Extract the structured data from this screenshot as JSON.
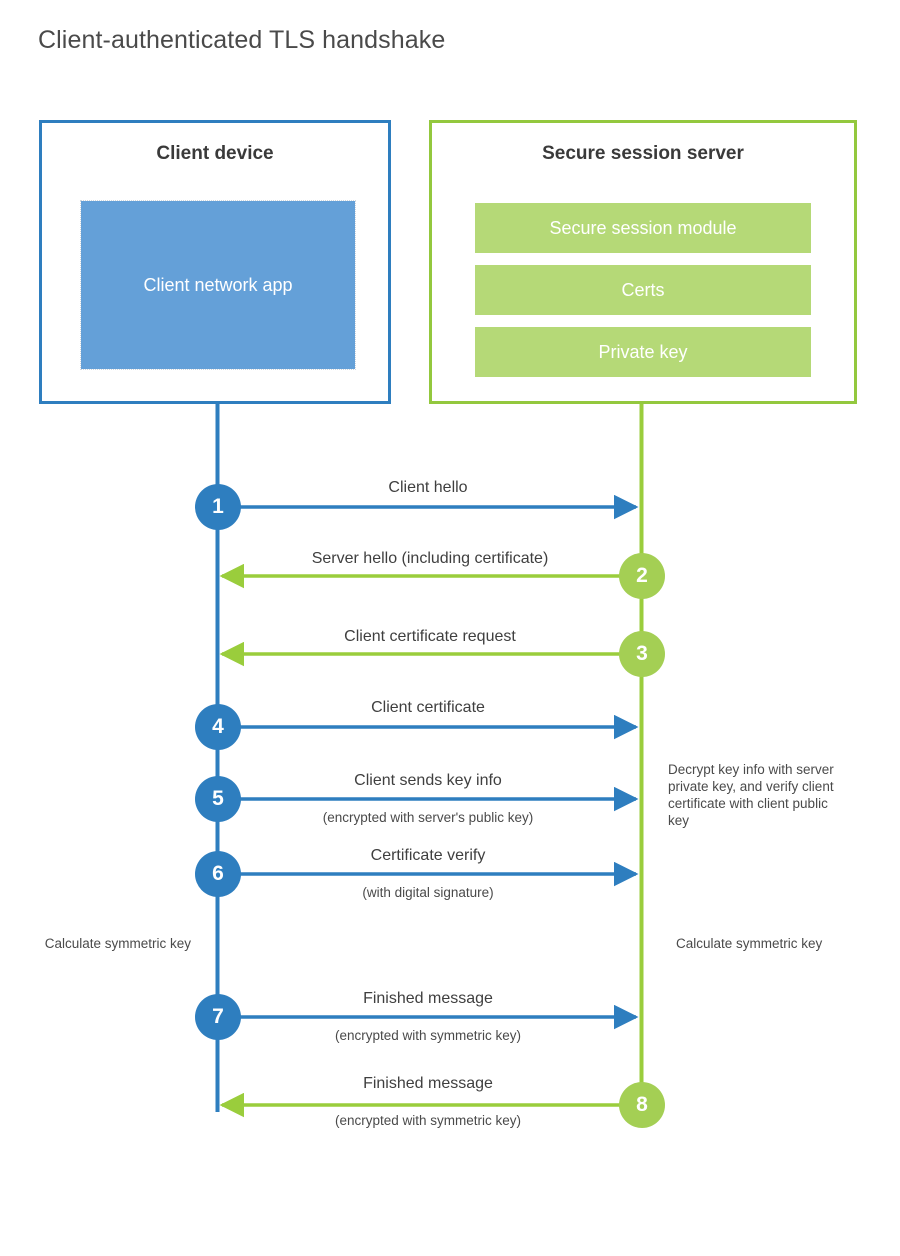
{
  "title": "Client-authenticated TLS handshake",
  "actors": {
    "client": {
      "title": "Client device",
      "app_label": "Client network app",
      "color": "#2e7ebf",
      "fill": "#64a0d8"
    },
    "server": {
      "title": "Secure session server",
      "color": "#93c83e",
      "fill": "#b5d977",
      "components": [
        {
          "label": "Secure session module"
        },
        {
          "label": "Certs"
        },
        {
          "label": "Private key"
        }
      ]
    }
  },
  "steps": [
    {
      "number": "1",
      "label": "Client hello",
      "sub": "",
      "direction": "client-to-server",
      "side": "client"
    },
    {
      "number": "2",
      "label": "Server hello (including certificate)",
      "sub": "",
      "direction": "server-to-client",
      "side": "server"
    },
    {
      "number": "3",
      "label": "Client certificate request",
      "sub": "",
      "direction": "server-to-client",
      "side": "server"
    },
    {
      "number": "4",
      "label": "Client certificate",
      "sub": "",
      "direction": "client-to-server",
      "side": "client"
    },
    {
      "number": "5",
      "label": "Client sends key info",
      "sub": "(encrypted with server's public key)",
      "direction": "client-to-server",
      "side": "client"
    },
    {
      "number": "6",
      "label": "Certificate verify",
      "sub": "(with digital signature)",
      "direction": "client-to-server",
      "side": "client"
    },
    {
      "number": "7",
      "label": "Finished message",
      "sub": "(encrypted with symmetric key)",
      "direction": "client-to-server",
      "side": "client"
    },
    {
      "number": "8",
      "label": "Finished message",
      "sub": "(encrypted with symmetric key)",
      "direction": "server-to-client",
      "side": "server"
    }
  ],
  "notes": {
    "decrypt": "Decrypt key info with server private key, and verify client certificate with client public key",
    "calculate_client": "Calculate symmetric key",
    "calculate_server": "Calculate symmetric key"
  },
  "colors": {
    "client_line": "#2e7ebf",
    "server_line": "#9acd3c",
    "client_fill": "#64a0d8",
    "server_fill": "#b5d977",
    "text": "#3f3f3f",
    "background": "#ffffff"
  }
}
